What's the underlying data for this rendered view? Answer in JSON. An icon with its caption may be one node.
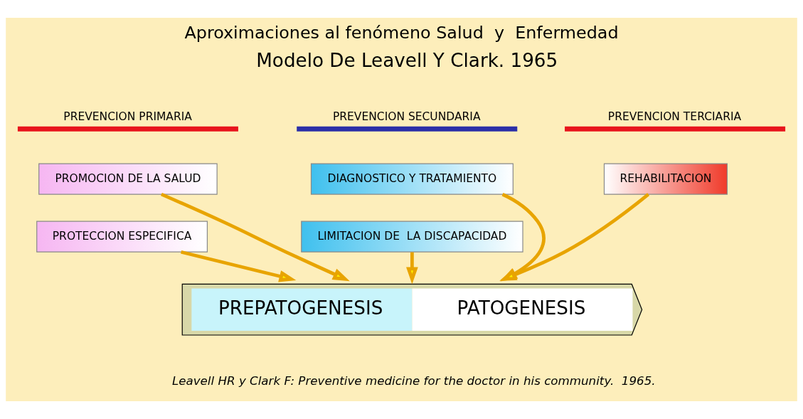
{
  "diagram": {
    "title": "Aproximaciones al fenómeno Salud  y  Enfermedad",
    "caption": "Leavell HR y Clark F: Preventive medicine for the doctor in his community.  1965.",
    "nodes": [
      {
        "text": [
          "PREVENCION PRIMARIA"
        ]
      },
      {
        "text": [
          "PREVENCION SECUNDARIA"
        ]
      },
      {
        "text": [
          "PREVENCION TERCIARIA"
        ]
      },
      {
        "text": [
          "PROMOCION DE LA SALUD"
        ]
      },
      {
        "text": [
          "DIAGNOSTICO Y TRATAMIENTO"
        ]
      },
      {
        "text": [
          "REHABILITACION"
        ]
      },
      {
        "text": [
          "PROTECCION ESPECIFICA"
        ]
      },
      {
        "text": [
          "LIMITACION DE  LA DISCAPACIDAD"
        ]
      },
      {
        "text": [
          "PREPATOGENESIS",
          "PATOGENESIS"
        ]
      }
    ],
    "edges": [
      {
        "from": 3,
        "to": 8,
        "arrow": "to"
      },
      {
        "from": 6,
        "to": 8,
        "arrow": "to"
      },
      {
        "from": 4,
        "to": 8,
        "arrow": "to"
      },
      {
        "from": 7,
        "to": 8,
        "arrow": "to"
      },
      {
        "from": 5,
        "to": 8,
        "arrow": "to"
      }
    ],
    "labels": [
      "Modelo De Leavell Y Clark. 1965"
    ]
  }
}
